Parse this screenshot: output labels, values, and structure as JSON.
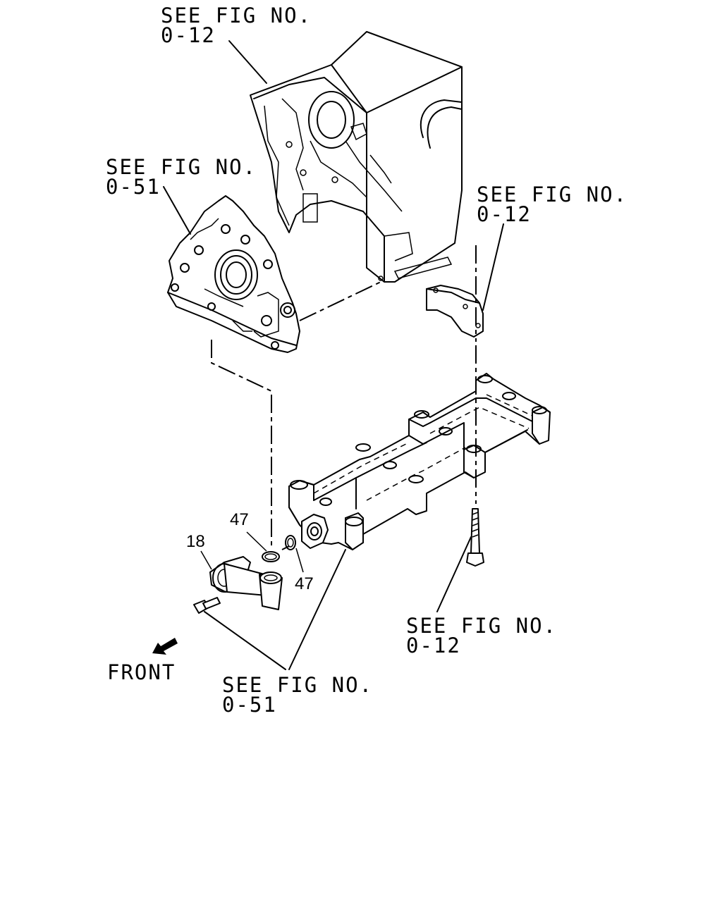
{
  "diagram": {
    "refs": {
      "ref_top": {
        "line1": "SEE FIG NO.",
        "line2": "0-12"
      },
      "ref_left": {
        "line1": "SEE FIG NO.",
        "line2": "0-51"
      },
      "ref_right": {
        "line1": "SEE FIG NO.",
        "line2": "0-12"
      },
      "ref_bolt": {
        "line1": "SEE FIG NO.",
        "line2": "0-12"
      },
      "ref_bottom": {
        "line1": "SEE FIG NO.",
        "line2": "0-51"
      }
    },
    "part_numbers": {
      "pipe": "18",
      "oring_upper": "47",
      "oring_lower": "47"
    },
    "front_label": "FRONT"
  }
}
